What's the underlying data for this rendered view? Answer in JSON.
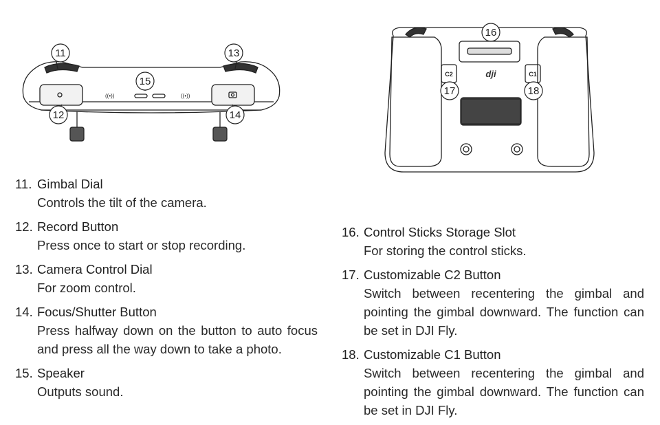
{
  "callouts": {
    "c11": "11",
    "c12": "12",
    "c13": "13",
    "c14": "14",
    "c15": "15",
    "c16": "16",
    "c17": "17",
    "c18": "18"
  },
  "device_labels": {
    "c2": "C2",
    "c1": "C1",
    "logo": "dji"
  },
  "left_items": [
    {
      "number": "11.",
      "title": "Gimbal Dial",
      "description": "Controls the tilt of the camera."
    },
    {
      "number": "12.",
      "title": "Record Button",
      "description": "Press once to start or stop recording."
    },
    {
      "number": "13.",
      "title": "Camera Control Dial",
      "description": "For zoom control."
    },
    {
      "number": "14.",
      "title": "Focus/Shutter Button",
      "description": "Press halfway down on the button to auto focus and press all the way down to take a photo."
    },
    {
      "number": "15.",
      "title": "Speaker",
      "description": "Outputs sound."
    }
  ],
  "right_items": [
    {
      "number": "16.",
      "title": "Control Sticks Storage Slot",
      "description": "For storing the control sticks."
    },
    {
      "number": "17.",
      "title": "Customizable C2 Button",
      "description": "Switch between recentering the gimbal and pointing the gimbal downward. The function can be set in DJI Fly."
    },
    {
      "number": "18.",
      "title": "Customizable C1 Button",
      "description": "Switch between recentering the gimbal and pointing the gimbal downward. The function can be set in DJI Fly."
    }
  ]
}
